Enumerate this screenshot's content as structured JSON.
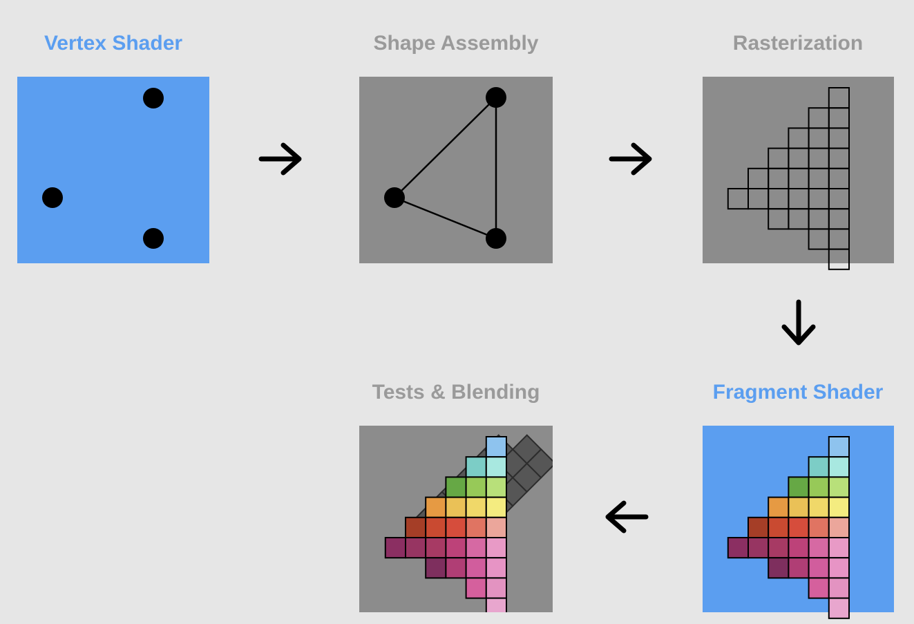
{
  "colors": {
    "background": "#e6e6e6",
    "shader_panel": "#5b9ef0",
    "fixed_panel": "#8c8c8c",
    "shader_title": "#5b9ef0",
    "fixed_title": "#9a9a9a",
    "ink": "#000000",
    "discarded_fragment": "#565656"
  },
  "stages": {
    "vertex_shader": {
      "title": "Vertex Shader",
      "programmable": true
    },
    "shape_assembly": {
      "title": "Shape Assembly",
      "programmable": false
    },
    "rasterization": {
      "title": "Rasterization",
      "programmable": false
    },
    "fragment_shader": {
      "title": "Fragment Shader",
      "programmable": true
    },
    "tests_blending": {
      "title": "Tests & Blending",
      "programmable": false
    }
  },
  "flow": [
    {
      "from": "vertex_shader",
      "to": "shape_assembly",
      "arrow": "right-arrow-icon"
    },
    {
      "from": "shape_assembly",
      "to": "rasterization",
      "arrow": "right-arrow-icon"
    },
    {
      "from": "rasterization",
      "to": "fragment_shader",
      "arrow": "down-arrow-icon"
    },
    {
      "from": "fragment_shader",
      "to": "tests_blending",
      "arrow": "left-arrow-icon"
    }
  ],
  "fragment_palette": [
    [
      "#8ec3ee"
    ],
    [
      "#7ccdc6",
      "#a8e8e0"
    ],
    [
      "#66a845",
      "#97c958",
      "#b8e07a"
    ],
    [
      "#e69a43",
      "#eac157",
      "#f0d869",
      "#f4ec80"
    ],
    [
      "#a53e27",
      "#c94a31",
      "#d64d3c",
      "#e07462",
      "#eba69b"
    ],
    [
      "#8b2f62",
      "#973562",
      "#a73a64",
      "#bd4279",
      "#d669a3",
      "#e89ac6"
    ],
    [
      "#7e2f5e",
      "#b03e75",
      "#d15d9d",
      "#e794c5"
    ],
    [
      "#d5609d",
      "#e393c1"
    ],
    [
      "#e8a6ce"
    ]
  ]
}
